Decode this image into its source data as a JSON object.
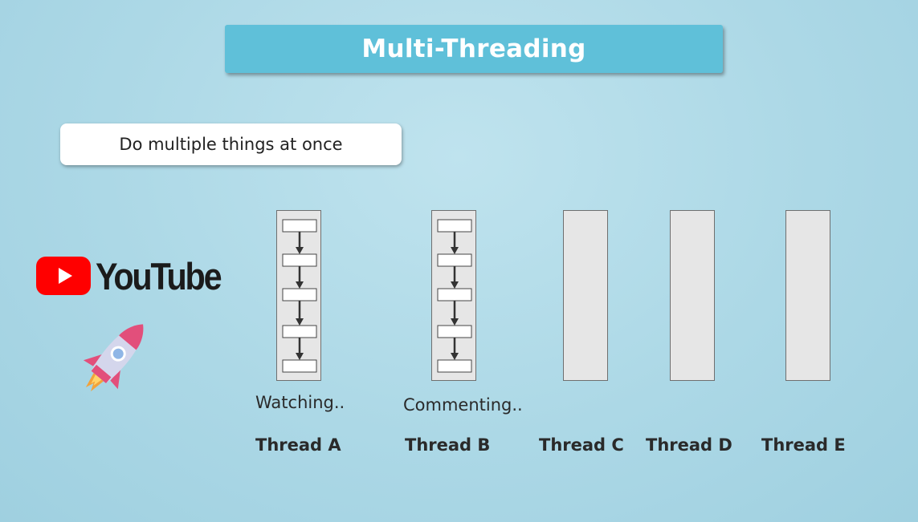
{
  "title": "Multi-Threading",
  "subtitle": "Do multiple things at once",
  "logo": {
    "icon": "youtube-play-icon",
    "wordmark": "YouTube",
    "brand_color": "#ff0000"
  },
  "rocket_icon": "rocket-icon",
  "threads": [
    {
      "label": "Thread A",
      "activity": "Watching..",
      "tasks": 5
    },
    {
      "label": "Thread B",
      "activity": "Commenting..",
      "tasks": 5
    },
    {
      "label": "Thread C",
      "activity": "",
      "tasks": 0
    },
    {
      "label": "Thread D",
      "activity": "",
      "tasks": 0
    },
    {
      "label": "Thread E",
      "activity": "",
      "tasks": 0
    }
  ],
  "colors": {
    "banner": "#5fc0d9",
    "background": "#acd8e6",
    "thread_fill": "#e6e6e6"
  }
}
